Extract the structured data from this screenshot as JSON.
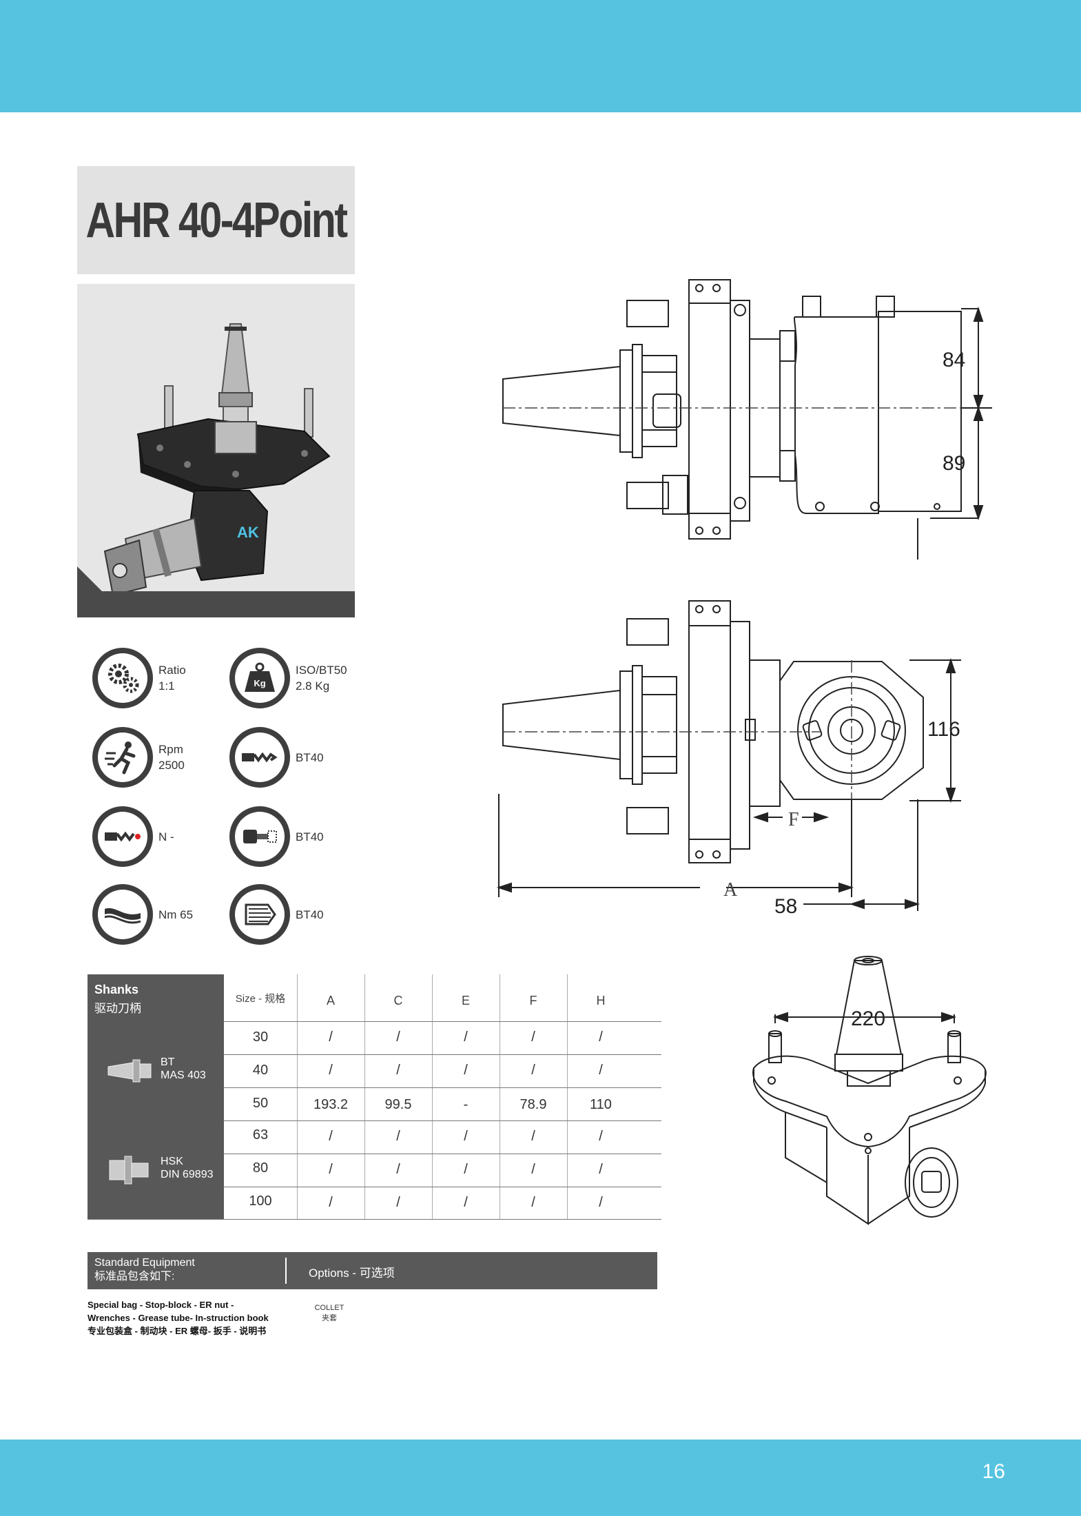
{
  "title": "AHR 40-4Point",
  "page_number": "16",
  "photo": {
    "logo_text": "AK"
  },
  "specs": [
    {
      "icon": "gears-icon",
      "line1": "Ratio",
      "line2": "1:1"
    },
    {
      "icon": "weight-icon",
      "line1": "ISO/BT50",
      "line2": "2.8 Kg",
      "icon_text": "Kg"
    },
    {
      "icon": "running-man-icon",
      "line1": "Rpm",
      "line2": "2500"
    },
    {
      "icon": "drill-bit-icon",
      "line1": "BT40",
      "line2": ""
    },
    {
      "icon": "coolant-drill-icon",
      "line1": "N -",
      "line2": ""
    },
    {
      "icon": "tool-holder-icon",
      "line1": "BT40",
      "line2": ""
    },
    {
      "icon": "torque-wrench-icon",
      "line1": "Nm 65",
      "line2": ""
    },
    {
      "icon": "collet-icon",
      "line1": "BT40",
      "line2": ""
    }
  ],
  "shanks": {
    "header_en": "Shanks",
    "header_cn": "驱动刀柄",
    "size_label": "Size - 规格",
    "columns": [
      "A",
      "C",
      "E",
      "F",
      "H"
    ],
    "groups": [
      {
        "line1": "BT",
        "line2": "MAS 403",
        "rows": [
          {
            "size": "30",
            "values": [
              "/",
              "/",
              "/",
              "/",
              "/"
            ]
          },
          {
            "size": "40",
            "values": [
              "/",
              "/",
              "/",
              "/",
              "/"
            ]
          },
          {
            "size": "50",
            "values": [
              "193.2",
              "99.5",
              "-",
              "78.9",
              "110"
            ]
          }
        ]
      },
      {
        "line1": "HSK",
        "line2": "DIN 69893",
        "rows": [
          {
            "size": "63",
            "values": [
              "/",
              "/",
              "/",
              "/",
              "/"
            ]
          },
          {
            "size": "80",
            "values": [
              "/",
              "/",
              "/",
              "/",
              "/"
            ]
          },
          {
            "size": "100",
            "values": [
              "/",
              "/",
              "/",
              "/",
              "/"
            ]
          }
        ]
      }
    ]
  },
  "equipment": {
    "standard_en": "Standard Equipment",
    "standard_cn": "标准品包含如下:",
    "options_label": "Options - 可选项",
    "standard_items_en": "Special bag - Stop-block - ER nut - Wrenches - Grease tube- In-struction book",
    "standard_items_cn": "专业包装盒 - 制动块 - ER 螺母- 扳手 - 说明书",
    "option_en": "COLLET",
    "option_cn": "夹套"
  },
  "drawing": {
    "dim_84": "84",
    "dim_89": "89",
    "dim_116": "116",
    "dim_F": "F",
    "dim_A": "A",
    "dim_58": "58",
    "dim_220": "220"
  }
}
